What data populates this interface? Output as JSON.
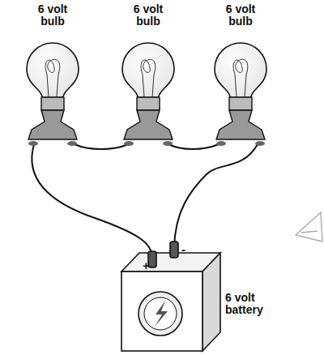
{
  "diagram": {
    "labels": [
      "6 volt bulb",
      "6 volt bulb",
      "6 volt bulb",
      "+",
      "-",
      "6 volt battery"
    ]
  }
}
